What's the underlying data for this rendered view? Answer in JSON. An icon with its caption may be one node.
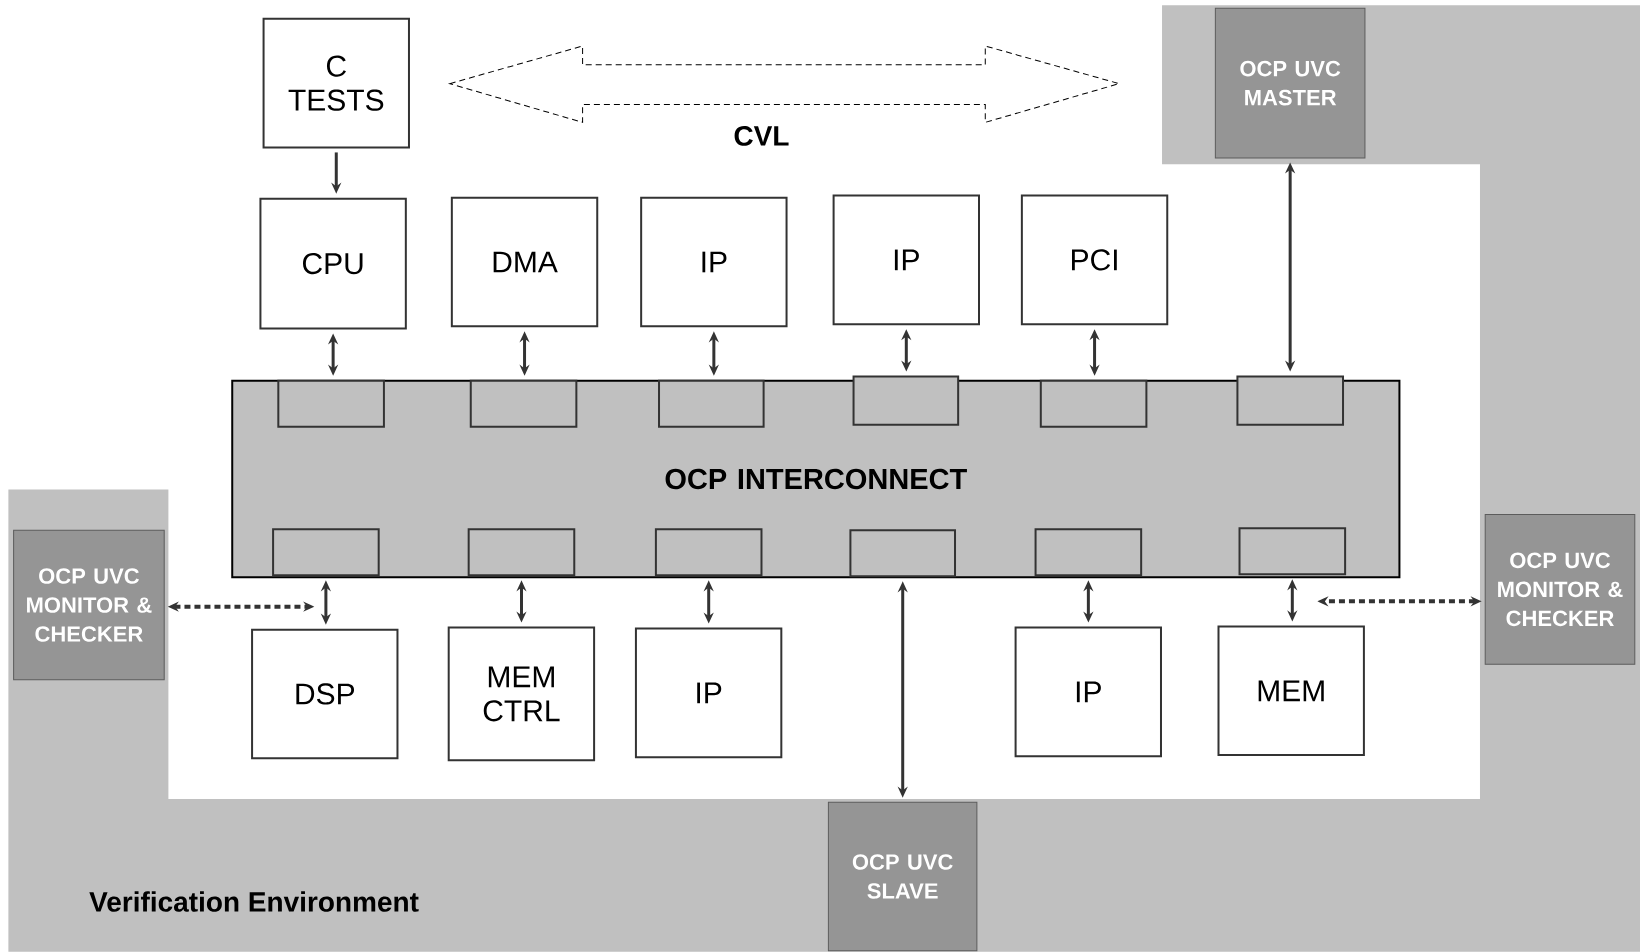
{
  "diagram": {
    "nodes": [
      {
        "text": [
          "C TESTS"
        ]
      },
      {
        "text": [
          "CPU"
        ]
      },
      {
        "text": [
          "DMA"
        ]
      },
      {
        "text": [
          "IP"
        ]
      },
      {
        "text": [
          "IP"
        ]
      },
      {
        "text": [
          "PCI"
        ]
      },
      {
        "text": [
          "OCP INTERCONNECT"
        ]
      },
      {
        "text": [],
        "shape": "box",
        "in": 6
      },
      {
        "text": [],
        "shape": "box",
        "in": 6
      },
      {
        "text": [],
        "shape": "box",
        "in": 6
      },
      {
        "text": [],
        "shape": "box",
        "in": 6
      },
      {
        "text": [],
        "shape": "box",
        "in": 6
      },
      {
        "text": [],
        "shape": "box",
        "in": 6
      },
      {
        "text": [],
        "shape": "box",
        "in": 6
      },
      {
        "text": [],
        "shape": "box",
        "in": 6
      },
      {
        "text": [],
        "shape": "box",
        "in": 6
      },
      {
        "text": [],
        "shape": "box",
        "in": 6
      },
      {
        "text": [],
        "shape": "box",
        "in": 6
      },
      {
        "text": [],
        "shape": "box",
        "in": 6
      },
      {
        "text": [
          "DSP"
        ]
      },
      {
        "text": [
          "MEM CTRL"
        ]
      },
      {
        "text": [
          "IP"
        ]
      },
      {
        "text": [
          "IP"
        ]
      },
      {
        "text": [
          "MEM"
        ]
      },
      {
        "text": [
          "OCP UVC MASTER"
        ]
      },
      {
        "text": [
          "OCP UVC MONITOR & CHECKER"
        ]
      },
      {
        "text": [
          "OCP UVC MONITOR & CHECKER"
        ]
      },
      {
        "text": [
          "OCP UVC SLAVE"
        ]
      }
    ],
    "edges": [
      {
        "from": 0,
        "to": 1,
        "arrow": "to"
      },
      {
        "from": 1,
        "to": 7,
        "arrow": "both"
      },
      {
        "from": 2,
        "to": 8,
        "arrow": "both"
      },
      {
        "from": 3,
        "to": 9,
        "arrow": "both"
      },
      {
        "from": 4,
        "to": 10,
        "arrow": "both"
      },
      {
        "from": 5,
        "to": 11,
        "arrow": "both"
      },
      {
        "from": 24,
        "to": 12,
        "arrow": "both"
      },
      {
        "from": 13,
        "to": 19,
        "arrow": "both"
      },
      {
        "from": 14,
        "to": 20,
        "arrow": "both"
      },
      {
        "from": 15,
        "to": 21,
        "arrow": "both"
      },
      {
        "from": 16,
        "to": 27,
        "arrow": "both"
      },
      {
        "from": 17,
        "to": 22,
        "arrow": "both"
      },
      {
        "from": 18,
        "to": 23,
        "arrow": "both"
      },
      {
        "from": 25,
        "to": null,
        "arrow": "both",
        "style": "dashed"
      },
      {
        "from": 26,
        "to": null,
        "arrow": "both",
        "style": "dashed"
      }
    ],
    "labels": [
      "CVL",
      "Verification Environment"
    ]
  }
}
